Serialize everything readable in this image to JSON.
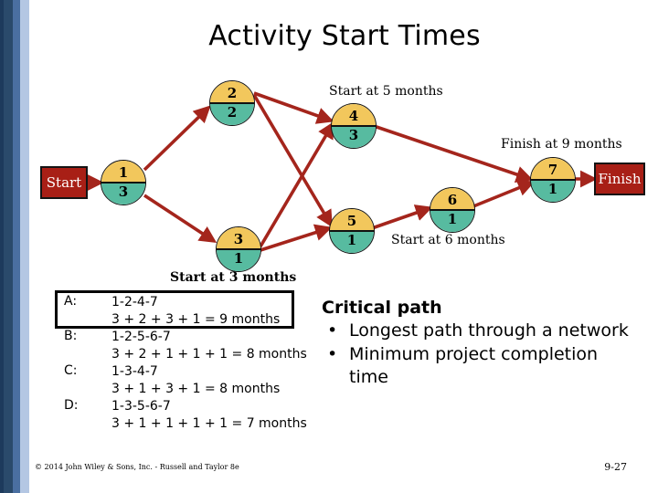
{
  "slide": {
    "title": "Activity Start Times",
    "accent_navy": "#1d3a5c",
    "accent_blue": "#4a6fa1",
    "accent_lightblue": "#b4c7e3",
    "node_top_color": "#f2c75c",
    "node_bottom_color": "#57bba0",
    "arrow_color": "#a4251c",
    "terminal_color": "#a81f16"
  },
  "diagram": {
    "start_label": "Start",
    "finish_label": "Finish",
    "nodes": [
      {
        "id": "1",
        "number": "1",
        "duration": "3"
      },
      {
        "id": "2",
        "number": "2",
        "duration": "2"
      },
      {
        "id": "3",
        "number": "3",
        "duration": "1"
      },
      {
        "id": "4",
        "number": "4",
        "duration": "3"
      },
      {
        "id": "5",
        "number": "5",
        "duration": "1"
      },
      {
        "id": "6",
        "number": "6",
        "duration": "1"
      },
      {
        "id": "7",
        "number": "7",
        "duration": "1"
      }
    ],
    "annotations": [
      {
        "id": "start-5",
        "text": "Start at 5 months"
      },
      {
        "id": "finish-9",
        "text": "Finish at 9 months"
      },
      {
        "id": "start-6",
        "text": "Start at 6 months"
      },
      {
        "id": "start-3",
        "text": "Start at 3 months"
      }
    ]
  },
  "paths": [
    {
      "label": "A:",
      "sequence": "1-2-4-7",
      "sum": "3 + 2 + 3 + 1 = 9 months",
      "highlighted": true
    },
    {
      "label": "B:",
      "sequence": "1-2-5-6-7",
      "sum": "3 + 2 + 1 + 1 + 1 = 8 months",
      "highlighted": false
    },
    {
      "label": "C:",
      "sequence": "1-3-4-7",
      "sum": "3 + 1 + 3 + 1 = 8 months",
      "highlighted": false
    },
    {
      "label": "D:",
      "sequence": "1-3-5-6-7",
      "sum": "3 + 1 + 1 + 1 + 1 = 7 months",
      "highlighted": false
    }
  ],
  "critical": {
    "heading": "Critical path",
    "bullet_glyph": "•",
    "items": [
      "Longest path through a network",
      "Minimum project completion time"
    ]
  },
  "footer": {
    "copyright": "© 2014 John Wiley & Sons, Inc. - Russell and Taylor 8e",
    "slide_number": "9-27"
  }
}
